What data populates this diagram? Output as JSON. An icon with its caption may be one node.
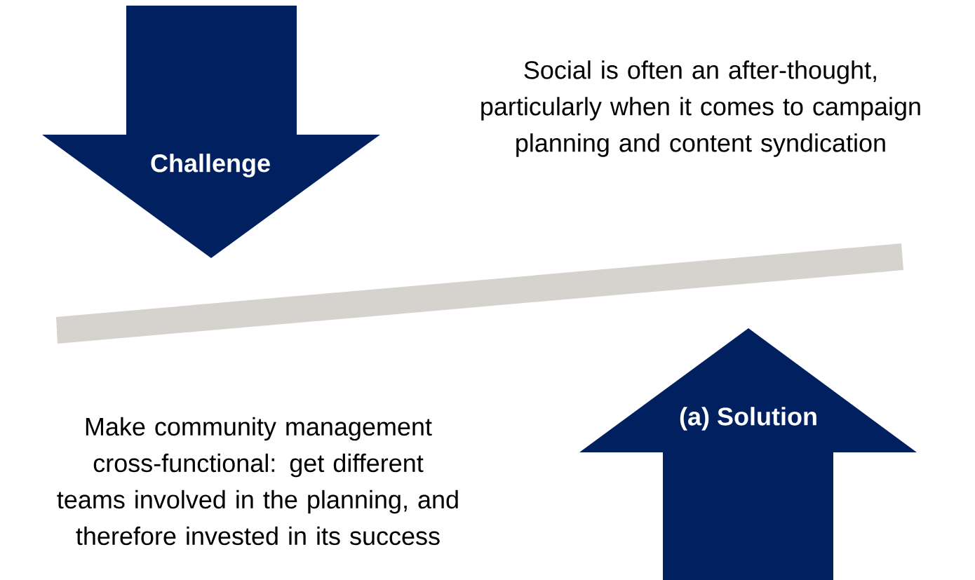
{
  "diagram": {
    "nodes": [
      {
        "text": [
          "Challenge"
        ]
      },
      {
        "text": [
          "(a) Solution"
        ]
      }
    ],
    "labels": [
      "Social is often an after-thought, particularly when it comes to campaign planning and content syndication",
      "Make community management cross-functional: get different teams involved in the planning, and therefore invested in its success"
    ]
  }
}
